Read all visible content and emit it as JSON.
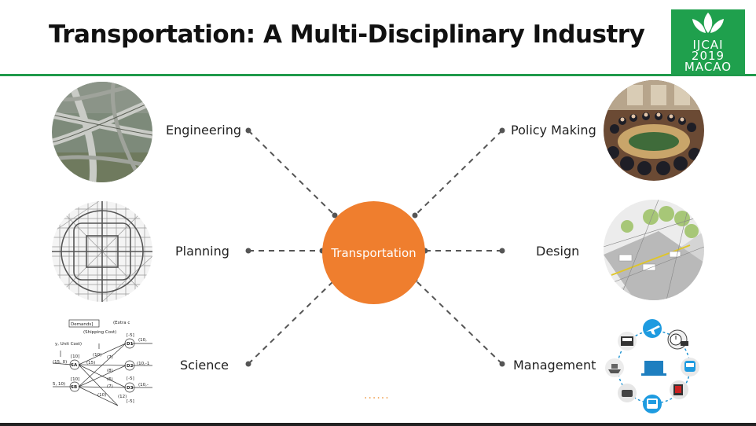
{
  "slide": {
    "title": "Transportation: A Multi-Disciplinary Industry",
    "logo": {
      "line1": "IJCAI",
      "line2": "2019",
      "line3": "MACAO"
    },
    "center_label": "Transportation",
    "ellipsis": "......",
    "nodes": [
      {
        "label": "Engineering",
        "image": "highway-interchange-photo"
      },
      {
        "label": "Planning",
        "image": "city-road-map"
      },
      {
        "label": "Science",
        "image": "network-flow-diagram"
      },
      {
        "label": "Policy Making",
        "image": "conference-meeting-photo"
      },
      {
        "label": "Design",
        "image": "street-design-rendering"
      },
      {
        "label": "Management",
        "image": "transport-icons-circle"
      }
    ],
    "science_diagram": {
      "texts": [
        "Demands]",
        "(Extra c",
        "(Shipping Cost)",
        "y, Unit Cost)",
        "[10]",
        "(10)",
        "[-5]",
        "(10,",
        "(15, 0)",
        "(15)",
        "SA",
        "(7)",
        "D1",
        "D2",
        "(10,-1",
        "(8)",
        "(6)",
        "[10]",
        "SB",
        "(7)",
        "D3",
        "(10,-",
        "5, 10)",
        "(10)",
        "(12)",
        "[-5]",
        "[-5]"
      ]
    },
    "colors": {
      "accent": "#1f9a4b",
      "center": "#ef7e2e",
      "dash": "#555555"
    }
  }
}
